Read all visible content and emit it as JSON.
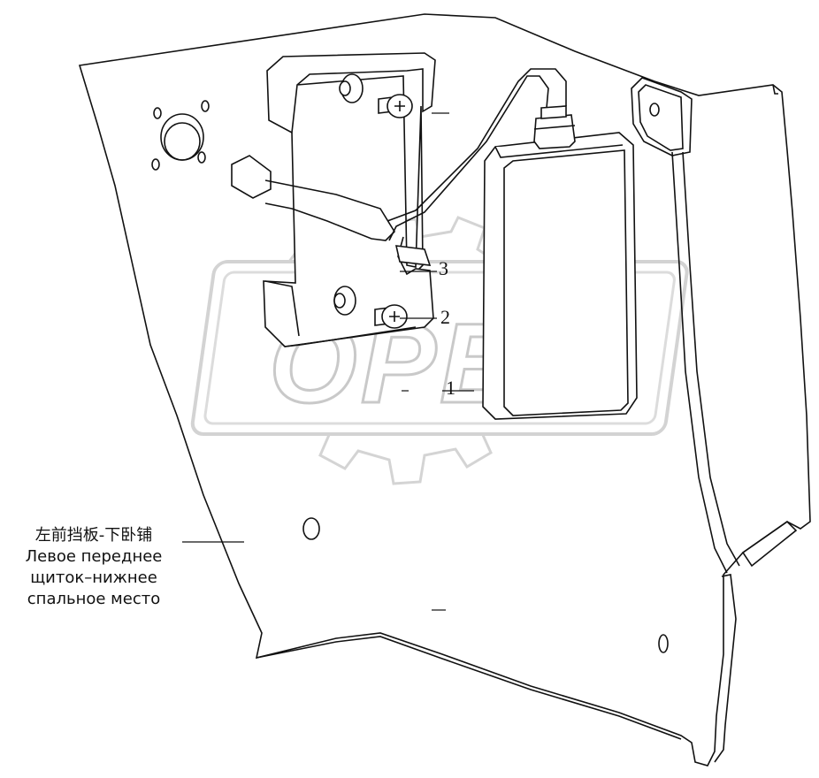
{
  "callouts": {
    "part1": "1",
    "part2": "2",
    "part3": "3"
  },
  "caption": {
    "chinese": "左前挡板-下卧铺",
    "russian_line1": "Левое переднее",
    "russian_line2": "щиток–нижнее",
    "russian_line3": "спальное место"
  },
  "watermark": {
    "text": "OPEX",
    "color": "#d9d9d9"
  },
  "colors": {
    "line": "#111111",
    "background": "#ffffff"
  }
}
